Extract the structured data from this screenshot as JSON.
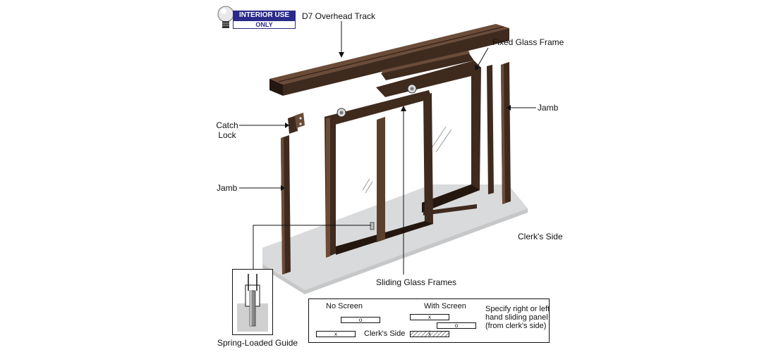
{
  "badge": {
    "line1": "INTERIOR USE",
    "line2": "ONLY",
    "icon": "lightbulb-icon"
  },
  "labels": {
    "overhead_track": "D7 Overhead Track",
    "fixed_glass_frame": "Fixed Glass Frame",
    "jamb_right": "Jamb",
    "catch_lock_1": "Catch",
    "catch_lock_2": "Lock",
    "jamb_left": "Jamb",
    "clerks_side": "Clerk's Side",
    "sliding_glass_frames": "Sliding Glass Frames",
    "spring_loaded_guide": "Spring-Loaded Guide"
  },
  "legend": {
    "no_screen": "No Screen",
    "with_screen": "With Screen",
    "clerks_side": "Clerk's Side",
    "note": "Specify right or left hand sliding panel (from clerk's side)",
    "mark_o": "o",
    "mark_x": "x"
  },
  "colors": {
    "frame": "#3f2a1e",
    "frame_light": "#6a4c38",
    "frame_dark": "#24170f",
    "floor": "#d9dadb",
    "badge_blue": "#2a2a8a"
  }
}
